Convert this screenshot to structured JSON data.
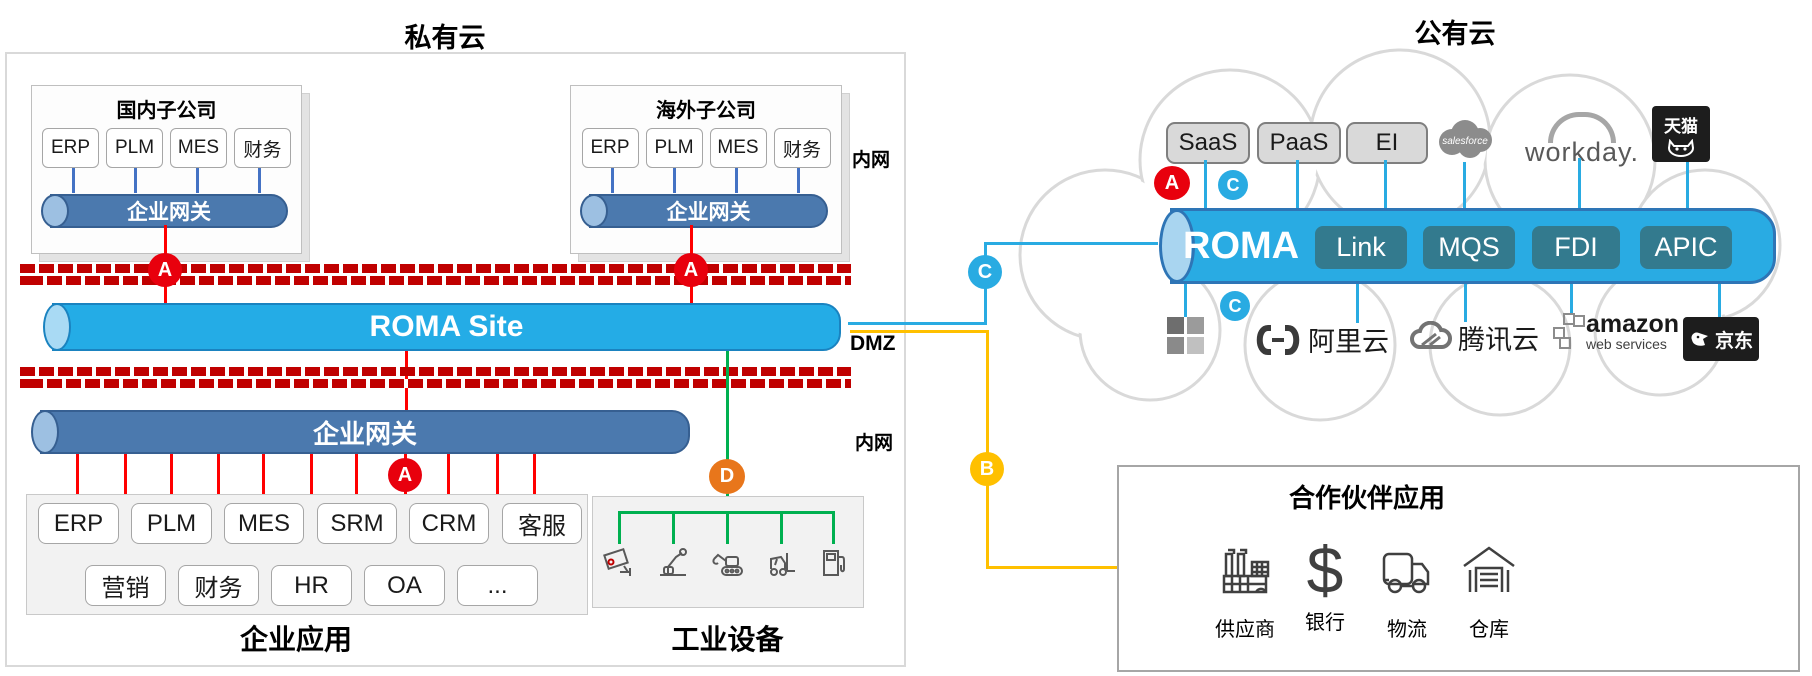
{
  "titles": {
    "private_cloud": "私有云",
    "public_cloud": "公有云"
  },
  "markers": {
    "a": "A",
    "b": "B",
    "c": "C",
    "d": "D"
  },
  "private": {
    "subsidiaries": [
      {
        "title": "国内子公司",
        "apps": [
          "ERP",
          "PLM",
          "MES",
          "财务"
        ],
        "gateway": "企业网关"
      },
      {
        "title": "海外子公司",
        "apps": [
          "ERP",
          "PLM",
          "MES",
          "财务"
        ],
        "gateway": "企业网关"
      }
    ],
    "net_labels": {
      "intranet_top": "内网",
      "dmz": "DMZ",
      "intranet_bottom": "内网"
    },
    "roma_site_label": "ROMA Site",
    "gateway_label": "企业网关",
    "apps_row1": [
      "ERP",
      "PLM",
      "MES",
      "SRM",
      "CRM",
      "客服"
    ],
    "apps_row2": [
      "营销",
      "财务",
      "HR",
      "OA",
      "..."
    ],
    "enterprise_apps_label": "企业应用",
    "industrial_label": "工业设备",
    "industrial_icons": [
      "camera",
      "robot-arm",
      "excavator",
      "forklift",
      "fuel-dispenser"
    ]
  },
  "public": {
    "top_services": [
      "SaaS",
      "PaaS",
      "EI"
    ],
    "logos_top": {
      "salesforce": "salesforce",
      "workday": "workday.",
      "tmall": "天猫"
    },
    "roma_label": "ROMA",
    "modules": [
      "Link",
      "MQS",
      "FDI",
      "APIC"
    ],
    "logos_bottom": {
      "alibaba": "阿里云",
      "tencent": "腾讯云",
      "amazon": "amazon",
      "amazon_sub": "web services",
      "jd": "京东"
    }
  },
  "partner": {
    "title": "合作伙伴应用",
    "items": [
      {
        "label": "供应商",
        "icon": "factory"
      },
      {
        "label": "银行",
        "icon": "dollar"
      },
      {
        "label": "物流",
        "icon": "truck"
      },
      {
        "label": "仓库",
        "icon": "warehouse"
      }
    ]
  },
  "colors": {
    "cyan": "#29abe2",
    "steel_blue": "#4b79ae",
    "red": "#ff0000",
    "firewall_red": "#c00000",
    "green": "#00b050",
    "yellow": "#ffc000",
    "orange": "#e8761b",
    "teal_module": "#337a8e"
  }
}
